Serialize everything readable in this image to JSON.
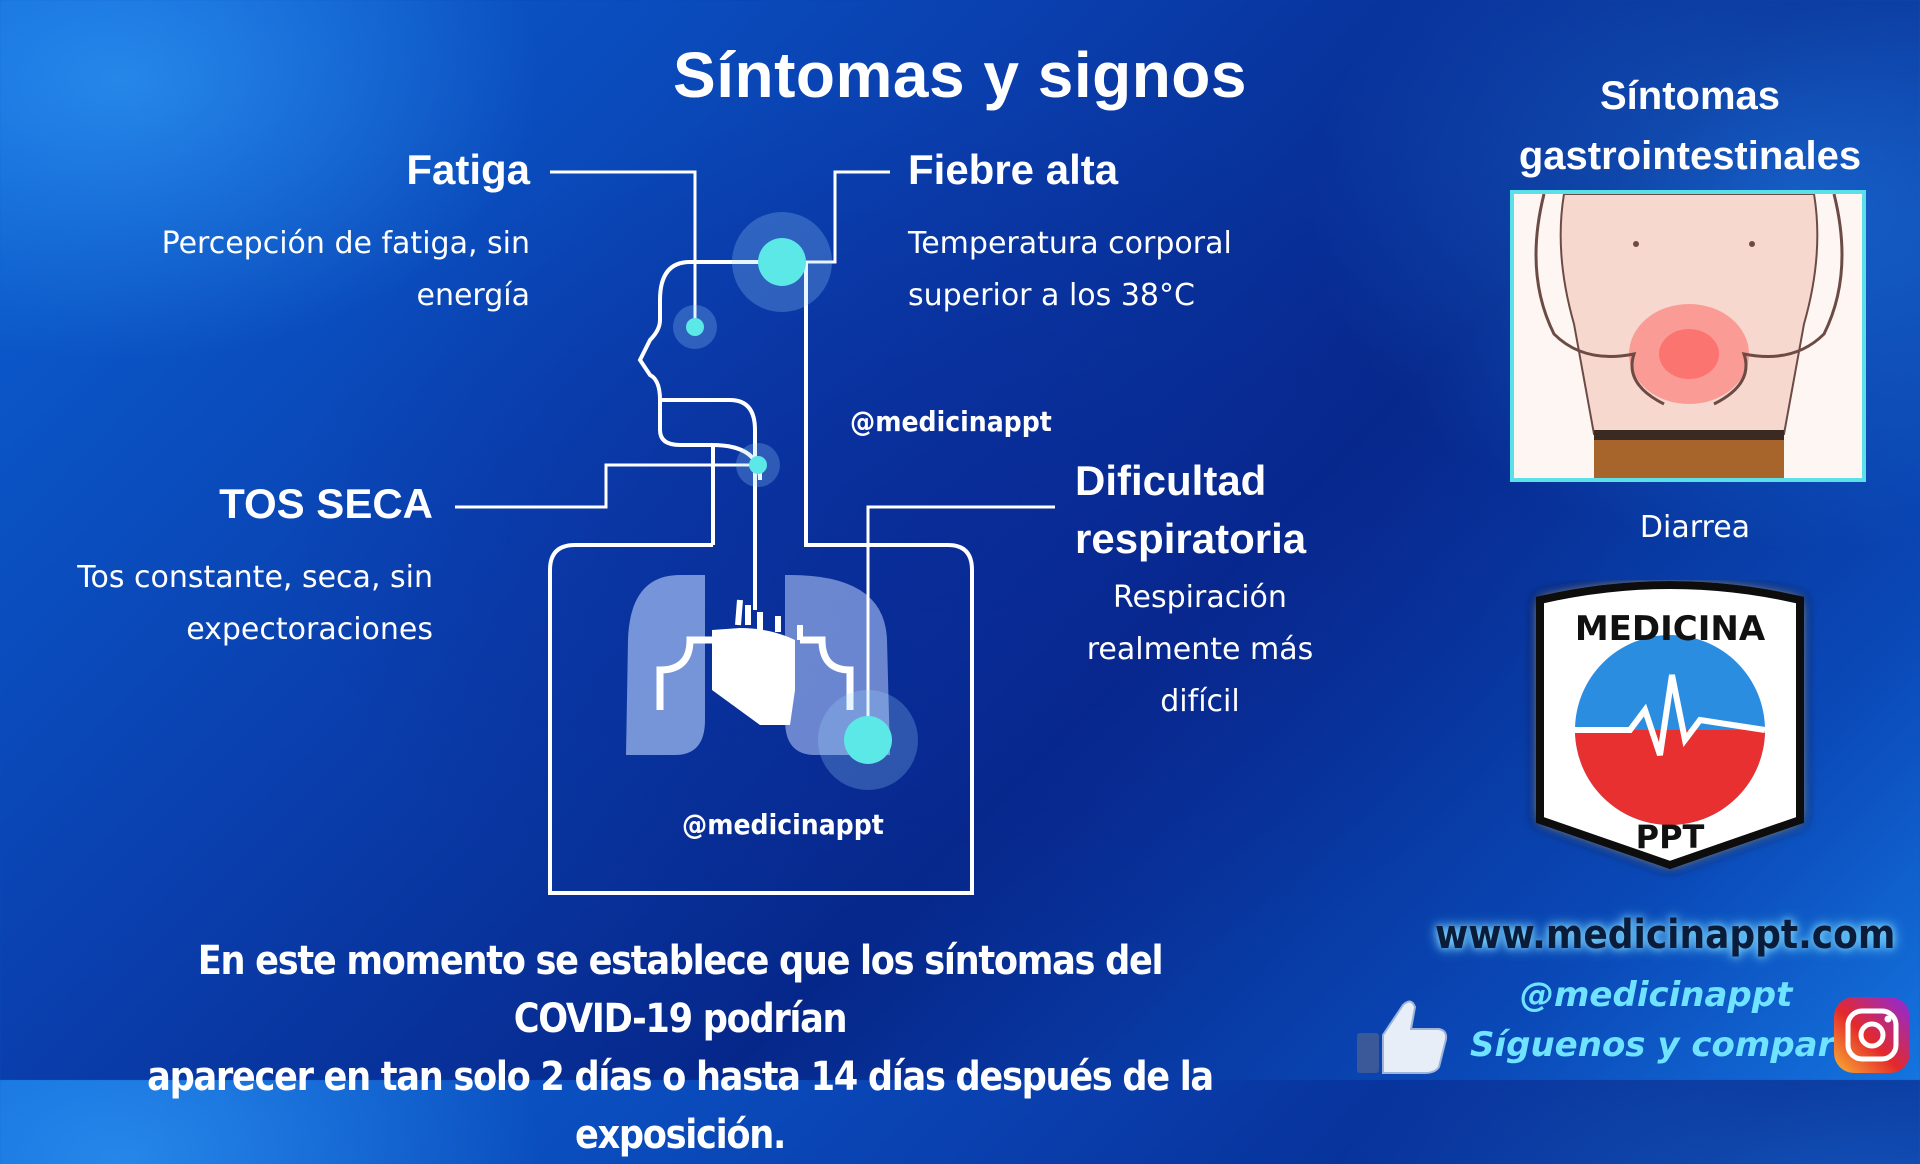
{
  "title": "Síntomas y signos",
  "symptoms": {
    "fatigue": {
      "heading": "Fatiga",
      "desc_line1": "Percepción de fatiga, sin",
      "desc_line2": "energía"
    },
    "fever": {
      "heading": "Fiebre alta",
      "desc_line1": "Temperatura corporal",
      "desc_line2": "superior a los 38°C"
    },
    "cough": {
      "heading": "TOS SECA",
      "desc_line1": "Tos constante, seca, sin",
      "desc_line2": "expectoraciones"
    },
    "breathing": {
      "heading_line1": "Dificultad",
      "heading_line2": "respiratoria",
      "desc_line1": "Respiración",
      "desc_line2": "realmente más",
      "desc_line3": "difícil"
    }
  },
  "watermark": "@medicinappt",
  "gastro": {
    "heading_line1": "Síntomas",
    "heading_line2": "gastrointestinales",
    "caption": "Diarrea"
  },
  "logo": {
    "top_text": "MEDICINA",
    "bottom_text": "PPT"
  },
  "footer": {
    "line1": "En este momento se establece que los síntomas del COVID-19 podrían",
    "line2": "aparecer en tan solo 2 días o hasta 14 días después de la exposición.",
    "website": "www.medicinappt.com",
    "handle": "@medicinappt",
    "cta": "Síguenos y comparte"
  },
  "colors": {
    "accent": "#5ce8e6",
    "line": "#ffffff"
  },
  "icons": [
    "thumbs-up-icon",
    "instagram-icon"
  ]
}
